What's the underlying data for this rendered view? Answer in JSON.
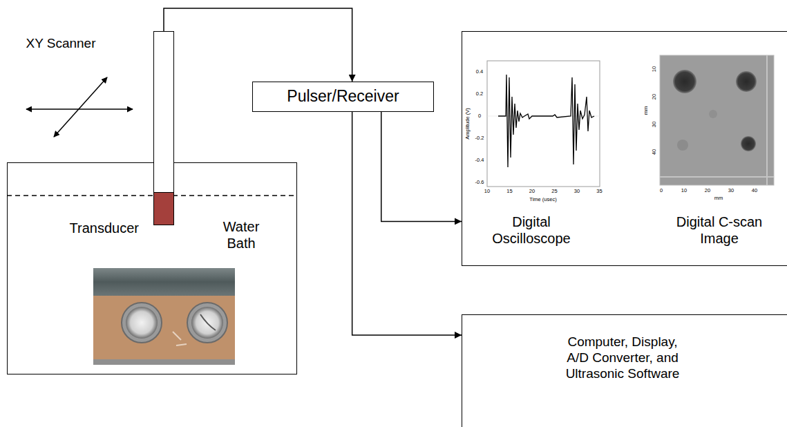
{
  "diagram": {
    "nodes": [
      {
        "text": [
          "Water Bath"
        ]
      },
      {
        "text": [
          "Transducer"
        ]
      },
      {
        "text": [
          "Pulser/Receiver"
        ]
      },
      {
        "text": [
          "Digital Oscilloscope",
          "Digital C-scan Image"
        ]
      },
      {
        "text": [
          "Computer, Display, A/D Converter, and Ultrasonic Software"
        ]
      }
    ],
    "edges": [
      {
        "from": 1,
        "to": 2,
        "arrow": "to"
      },
      {
        "from": 2,
        "to": 3,
        "arrow": "to"
      },
      {
        "from": 2,
        "to": 4,
        "arrow": "to"
      }
    ],
    "labels": [
      "XY Scanner",
      "0.4",
      "0.2",
      "0",
      "-0.2",
      "-0.4",
      "-0.6",
      "10",
      "15",
      "20",
      "25",
      "30",
      "35",
      "Time (usec)",
      "Amplitude (V)",
      "10",
      "20",
      "30",
      "40",
      "mm",
      "0",
      "10",
      "20",
      "30",
      "40",
      "mm"
    ]
  }
}
